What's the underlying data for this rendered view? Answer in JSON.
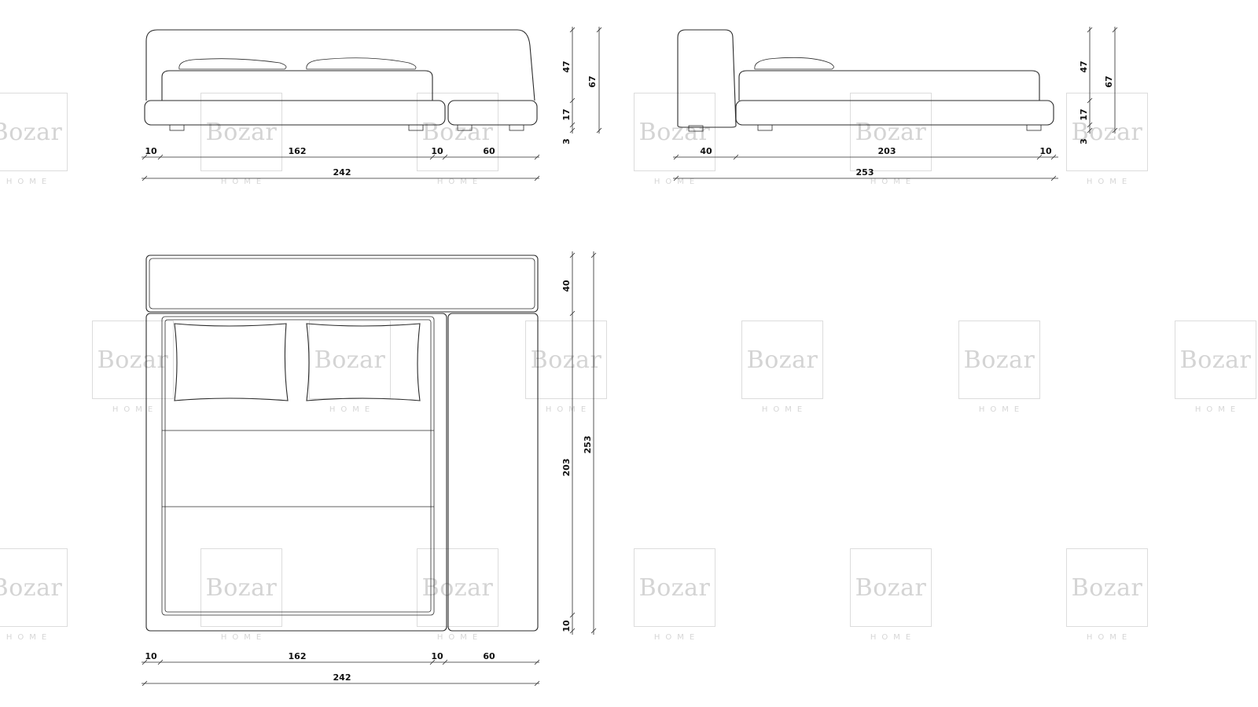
{
  "watermark": {
    "brand": "Bozar",
    "sub": "HOME"
  },
  "front_view": {
    "widths": {
      "side_left": "10",
      "bed": "162",
      "gap": "10",
      "bench": "60",
      "total": "242"
    },
    "heights": {
      "headboard": "47",
      "frame": "17",
      "feet": "3",
      "total": "67"
    }
  },
  "side_view": {
    "widths": {
      "headboard": "40",
      "bed": "203",
      "end": "10",
      "total": "253"
    },
    "heights": {
      "headboard": "47",
      "frame": "17",
      "feet": "3",
      "total": "67"
    }
  },
  "plan_view": {
    "widths": {
      "side_left": "10",
      "bed": "162",
      "gap": "10",
      "bench": "60",
      "total": "242"
    },
    "depths": {
      "headboard": "40",
      "bed": "203",
      "end": "10",
      "total": "253"
    }
  }
}
